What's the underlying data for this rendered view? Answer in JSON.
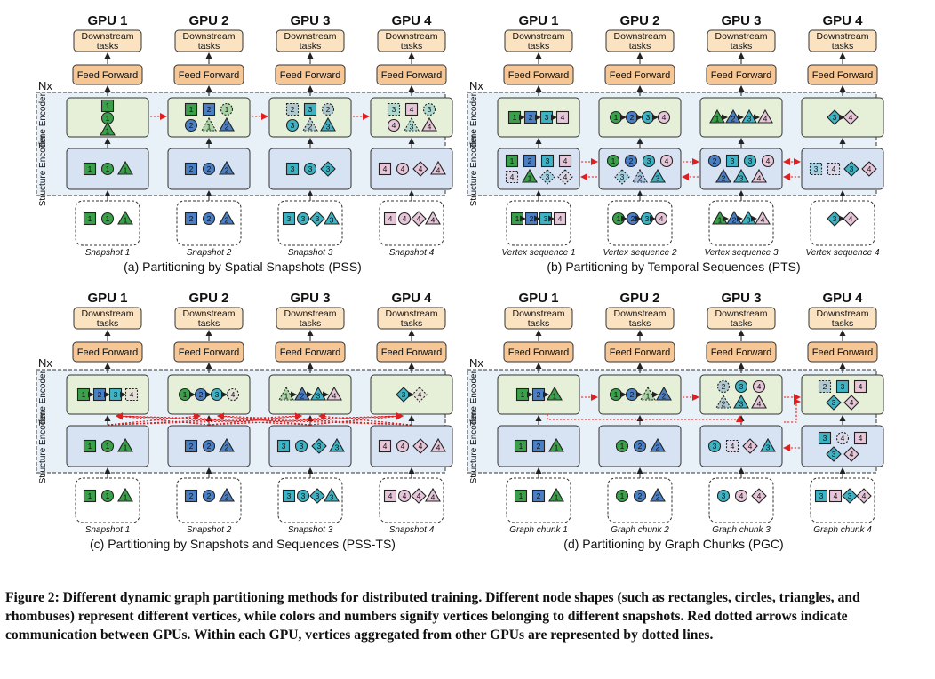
{
  "panels": [
    {
      "gpus": [
        "GPU 1",
        "GPU 2",
        "GPU 3",
        "GPU 4"
      ],
      "downstream": "Downstream tasks",
      "feed_forward": "Feed Forward",
      "nx": "Nx",
      "time_label": "Time Encoder",
      "structure_label": "Structure Encoder",
      "inputs": [
        "Snapshot 1",
        "Snapshot 2",
        "Snapshot 3",
        "Snapshot 4"
      ],
      "caption": "(a) Partitioning by Spatial Snapshots (PSS)"
    },
    {
      "gpus": [
        "GPU 1",
        "GPU 2",
        "GPU 3",
        "GPU 4"
      ],
      "downstream": "Downstream tasks",
      "feed_forward": "Feed Forward",
      "nx": "Nx",
      "time_label": "Time Encoder",
      "structure_label": "Structure Encoder",
      "inputs": [
        "Vertex sequence 1",
        "Vertex sequence 2",
        "Vertex sequence 3",
        "Vertex sequence 4"
      ],
      "caption": "(b) Partitioning by Temporal Sequences (PTS)"
    },
    {
      "gpus": [
        "GPU 1",
        "GPU 2",
        "GPU 3",
        "GPU 4"
      ],
      "downstream": "Downstream tasks",
      "feed_forward": "Feed Forward",
      "nx": "Nx",
      "time_label": "Time Encoder",
      "structure_label": "Structure Encoder",
      "inputs": [
        "Snapshot 1",
        "Snapshot 2",
        "Snapshot 3",
        "Snapshot 4"
      ],
      "caption": "(c) Partitioning by Snapshots and Sequences (PSS-TS)"
    },
    {
      "gpus": [
        "GPU 1",
        "GPU 2",
        "GPU 3",
        "GPU 4"
      ],
      "downstream": "Downstream tasks",
      "feed_forward": "Feed Forward",
      "nx": "Nx",
      "time_label": "Time Encoder",
      "structure_label": "Structure Encoder",
      "inputs": [
        "Graph chunk 1",
        "Graph chunk 2",
        "Graph chunk 3",
        "Graph chunk 4"
      ],
      "caption": "(d) Partitioning by Graph Chunks (PGC)"
    }
  ],
  "node_numbers": [
    "1",
    "2",
    "3",
    "4"
  ],
  "colors": {
    "s1": "#3aa04a",
    "s2": "#4a7fc4",
    "s3": "#3fb3c4",
    "s4": "#e6c6d8",
    "time_box": "#e6f0d8",
    "structure_box": "#d7e2f2",
    "feed_forward": "#f6c795",
    "downstream": "#fbe3c2",
    "band": "#e8f0f8",
    "comm_arrow": "#e02020"
  },
  "figure_caption": {
    "lead": "Figure 2: Different dynamic graph partitioning methods for distributed training.",
    "body": "Different node shapes (such as rectangles, circles, triangles, and rhombuses) represent different vertices, while colors and numbers signify vertices belonging to different snapshots. Red dotted arrows indicate communication between GPUs. Within each GPU, vertices aggregated from other GPUs are represented by dotted lines."
  }
}
